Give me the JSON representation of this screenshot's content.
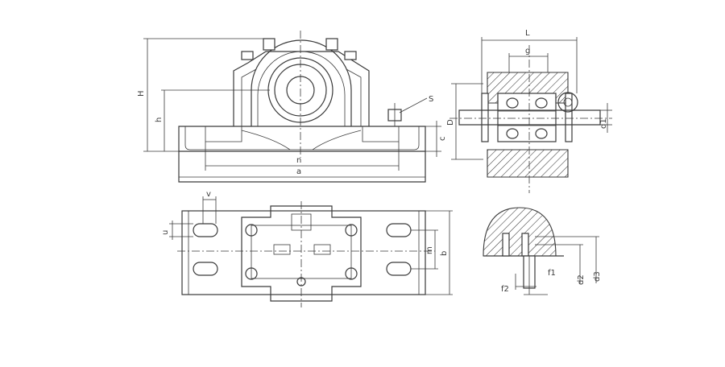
{
  "labels": {
    "H": "H",
    "h": "h",
    "n": "n",
    "a": "a",
    "c": "c",
    "s": "S",
    "L": "L",
    "g": "g",
    "D": "D",
    "d1": "d1",
    "v": "v",
    "u": "u",
    "m": "m",
    "b": "b",
    "f1": "f1",
    "f2": "f2",
    "d2": "d2",
    "d3": "d3"
  }
}
